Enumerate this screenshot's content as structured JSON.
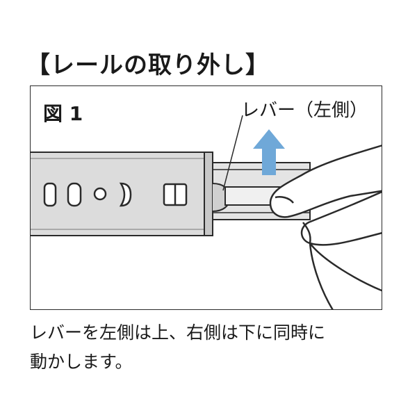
{
  "title": "【レールの取り外し】",
  "figure": {
    "label": "図 1",
    "lever_label": "レバー（左側）",
    "arrow_color": "#6fa8d8"
  },
  "caption": "レバーを左側は上、右側は下に同時に\n動かします。"
}
